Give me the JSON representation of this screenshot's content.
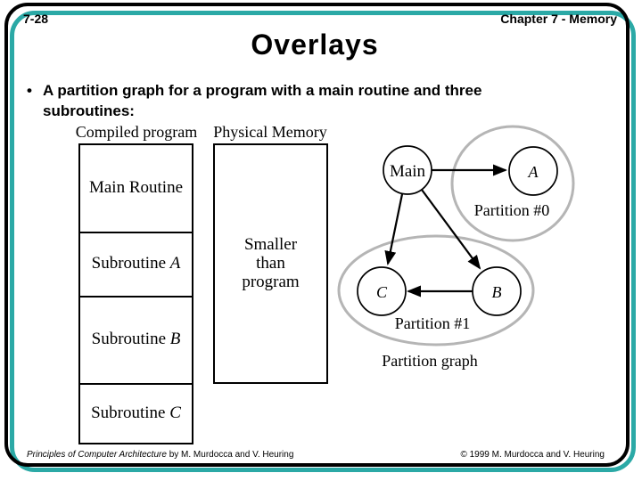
{
  "header": {
    "page_number": "7-28",
    "chapter": "Chapter 7 - Memory"
  },
  "title": "Overlays",
  "bullet": {
    "marker": "•",
    "lines": [
      "A partition graph for a program with a main routine and three",
      "subroutines:"
    ]
  },
  "memory_map": {
    "compiled_label": "Compiled program",
    "segments": [
      {
        "prefix": "Main Routine",
        "italic": ""
      },
      {
        "prefix": "Subroutine ",
        "italic": "A"
      },
      {
        "prefix": "Subroutine ",
        "italic": "B"
      },
      {
        "prefix": "Subroutine ",
        "italic": "C"
      }
    ]
  },
  "physical_memory": {
    "label": "Physical Memory",
    "lines": [
      "Smaller",
      "than",
      "program"
    ]
  },
  "graph": {
    "nodes": [
      {
        "id": "main",
        "label": "Main"
      },
      {
        "id": "a",
        "label": "A"
      },
      {
        "id": "c",
        "label": "C"
      },
      {
        "id": "b",
        "label": "B"
      }
    ],
    "edges": [
      {
        "from": "Main",
        "to": "A"
      },
      {
        "from": "Main",
        "to": "C"
      },
      {
        "from": "Main",
        "to": "B"
      },
      {
        "from": "B",
        "to": "C"
      }
    ],
    "partitions": [
      {
        "label": "Partition #0",
        "members": [
          "A"
        ]
      },
      {
        "label": "Partition #1",
        "members": [
          "C",
          "B"
        ]
      }
    ],
    "caption": "Partition graph"
  },
  "footer": {
    "left_title": "Principles of Computer Architecture",
    "left_rest": " by M. Murdocca and V. Heuring",
    "right": "© 1999 M. Murdocca and V. Heuring"
  },
  "colors": {
    "accent_teal": "#2ba9a6",
    "partition_ellipse_gray": "#b5b5b5"
  }
}
